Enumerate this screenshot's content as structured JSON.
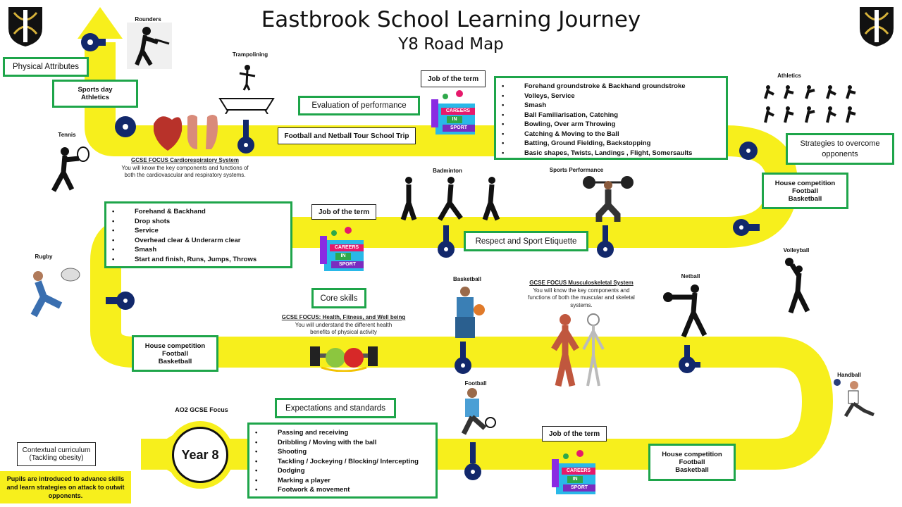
{
  "title": "Eastbrook School Learning Journey",
  "subtitle": "Y8 Road Map",
  "colors": {
    "road": "#f7ef1c",
    "pin": "#12286b",
    "box_border": "#1ea54a"
  },
  "year_badge": "Year 8",
  "ao2_label": "AO2 GCSE Focus",
  "labels": {
    "rounders": "Rounders",
    "trampolining": "Trampolining",
    "tennis": "Tennis",
    "athletics": "Athletics",
    "badminton": "Badminton",
    "sports_performance": "Sports Performance",
    "rugby": "Rugby",
    "volleyball": "Volleyball",
    "basketball": "Basketball",
    "netball": "Netball",
    "handball": "Handball",
    "football": "Football"
  },
  "boxes": {
    "physical_attributes": "Physical Attributes",
    "sports_day_l1": "Sports day",
    "sports_day_l2": "Athletics",
    "evaluation": "Evaluation of performance",
    "job1": "Job of the term",
    "job2": "Job of the term",
    "job3": "Job of the term",
    "tour": "Football and Netball Tour School Trip",
    "strategies": "Strategies to overcome opponents",
    "respect": "Respect and Sport Etiquette",
    "core_skills": "Core skills",
    "expectations": "Expectations and standards",
    "contextual_l1": "Contextual curriculum",
    "contextual_l2": "(Tackling obesity)",
    "pupils_note": "Pupils are introduced to advance skills and learn strategies on attack to outwit opponents.",
    "house1": {
      "l1": "House competition",
      "l2": "Football",
      "l3": "Basketball"
    },
    "house2": {
      "l1": "House competition",
      "l2": "Football",
      "l3": "Basketball"
    },
    "house3": {
      "l1": "House competition",
      "l2": "Football",
      "l3": "Basketball"
    }
  },
  "lists": {
    "top": [
      "Forehand groundstroke & Backhand groundstroke",
      "Volleys, Service",
      "Smash",
      "Ball Familiarisation, Catching",
      "Bowling, Over arm Throwing",
      "Catching & Moving to the Ball",
      "Batting, Ground Fielding, Backstopping",
      "Basic shapes, Twists, Landings , Flight, Somersaults"
    ],
    "middle": [
      "Forehand & Backhand",
      "Drop shots",
      "Service",
      "Overhead clear & Underarm clear",
      "Smash",
      "Start and finish, Runs, Jumps, Throws"
    ],
    "bottom": [
      "Passing and receiving",
      "Dribbling / Moving with the ball",
      "Shooting",
      "Tackling / Jockeying / Blocking/ Intercepting",
      "Dodging",
      "Marking a player",
      "Footwork & movement"
    ]
  },
  "gcse": {
    "cardio_title": "GCSE FOCUS Cardiorespiratory System",
    "cardio_text": "You will know the key components and functions of both the cardiovascular and respiratory systems.",
    "health_title": "GCSE FOCUS: Health, Fitness, and Well being",
    "health_text": "You will understand the different health benefits of physical activity",
    "musculo_title": "GCSE FOCUS Musculoskeletal System",
    "musculo_text": "You will know the key components and functions of both the muscular and skeletal systems."
  },
  "careers": {
    "l1": "CAREERS",
    "l2": "IN",
    "l3": "SPORT"
  }
}
